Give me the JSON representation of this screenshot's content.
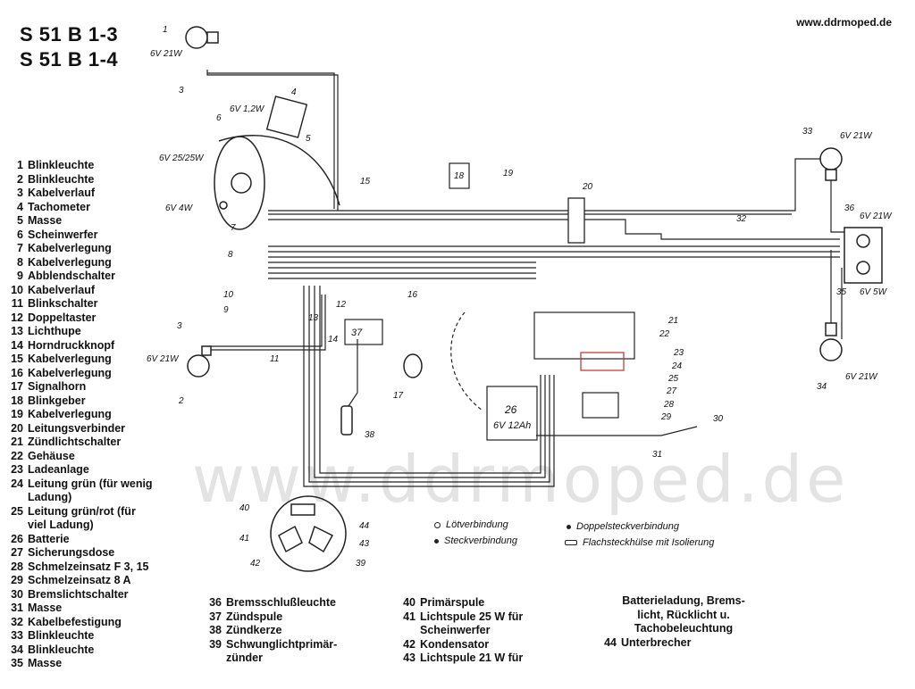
{
  "title_lines": [
    "S 51 B 1-3",
    "S 51 B 1-4"
  ],
  "website": "www.ddrmoped.de",
  "watermark": "www.ddrmoped.de",
  "legend_main": [
    {
      "num": "1",
      "text": "Blinkleuchte"
    },
    {
      "num": "2",
      "text": "Blinkleuchte"
    },
    {
      "num": "3",
      "text": "Kabelverlauf"
    },
    {
      "num": "4",
      "text": "Tachometer"
    },
    {
      "num": "5",
      "text": "Masse"
    },
    {
      "num": "6",
      "text": "Scheinwerfer"
    },
    {
      "num": "7",
      "text": "Kabelverlegung"
    },
    {
      "num": "8",
      "text": "Kabelverlegung"
    },
    {
      "num": "9",
      "text": "Abblendschalter"
    },
    {
      "num": "10",
      "text": "Kabelverlauf"
    },
    {
      "num": "11",
      "text": "Blinkschalter"
    },
    {
      "num": "12",
      "text": "Doppeltaster"
    },
    {
      "num": "13",
      "text": "Lichthupe"
    },
    {
      "num": "14",
      "text": "Horndruckknopf"
    },
    {
      "num": "15",
      "text": "Kabelverlegung"
    },
    {
      "num": "16",
      "text": "Kabelverlegung"
    },
    {
      "num": "17",
      "text": "Signalhorn"
    },
    {
      "num": "18",
      "text": "Blinkgeber"
    },
    {
      "num": "19",
      "text": "Kabelverlegung"
    },
    {
      "num": "20",
      "text": "Leitungsverbinder"
    },
    {
      "num": "21",
      "text": "Zündlichtschalter"
    },
    {
      "num": "22",
      "text": "Gehäuse"
    },
    {
      "num": "23",
      "text": "Ladeanlage"
    },
    {
      "num": "24",
      "text": "Leitung grün (für wenig\nLadung)"
    },
    {
      "num": "25",
      "text": "Leitung grün/rot (für\nviel Ladung)"
    },
    {
      "num": "26",
      "text": "Batterie"
    },
    {
      "num": "27",
      "text": "Sicherungsdose"
    },
    {
      "num": "28",
      "text": "Schmelzeinsatz F 3, 15"
    },
    {
      "num": "29",
      "text": "Schmelzeinsatz 8 A"
    },
    {
      "num": "30",
      "text": "Bremslichtschalter"
    },
    {
      "num": "31",
      "text": "Masse"
    },
    {
      "num": "32",
      "text": "Kabelbefestigung"
    },
    {
      "num": "33",
      "text": "Blinkleuchte"
    },
    {
      "num": "34",
      "text": "Blinkleuchte"
    },
    {
      "num": "35",
      "text": "Masse"
    }
  ],
  "legend_c2": [
    {
      "num": "36",
      "text": "Bremsschlußleuchte"
    },
    {
      "num": "37",
      "text": "Zündspule"
    },
    {
      "num": "38",
      "text": "Zündkerze"
    },
    {
      "num": "39",
      "text": "Schwunglichtprimär-\nzünder"
    }
  ],
  "legend_c3": [
    {
      "num": "40",
      "text": "Primärspule"
    },
    {
      "num": "41",
      "text": "Lichtspule 25 W für\nScheinwerfer"
    },
    {
      "num": "42",
      "text": "Kondensator"
    },
    {
      "num": "43",
      "text": "Lichtspule 21 W für"
    }
  ],
  "legend_c4": {
    "continuation": "Batterieladung, Brems-\nlicht, Rücklicht u.\nTachobeleuchtung",
    "num": "44",
    "text": "Unterbrecher"
  },
  "symbols": {
    "loet": "Lötverbindung",
    "steck": "Steckverbindung",
    "doppel": "Doppelsteckverbindung",
    "flach": "Flachsteckhülse mit Isolierung"
  },
  "diagram_labels": {
    "blink1_w": "6V 21W",
    "blink2_w": "6V 21W",
    "tacho_w": "6V 1,2W",
    "head_w": "6V 25/25W",
    "park_w": "6V 4W",
    "blink33_w": "6V 21W",
    "blink34_w": "6V 21W",
    "rear_w1": "6V 21W",
    "rear_w2": "6V 5W",
    "battery": "6V 12Ah",
    "num_26": "26",
    "num_18": "18",
    "num_37": "37",
    "callouts": [
      "1",
      "2",
      "3",
      "3",
      "4",
      "5",
      "6",
      "7",
      "8",
      "9",
      "10",
      "11",
      "12",
      "13",
      "14",
      "15",
      "16",
      "17",
      "19",
      "20",
      "21",
      "22",
      "23",
      "24",
      "25",
      "27",
      "28",
      "29",
      "30",
      "31",
      "32",
      "33",
      "34",
      "35",
      "36",
      "38",
      "39",
      "40",
      "41",
      "42",
      "43",
      "44"
    ]
  }
}
